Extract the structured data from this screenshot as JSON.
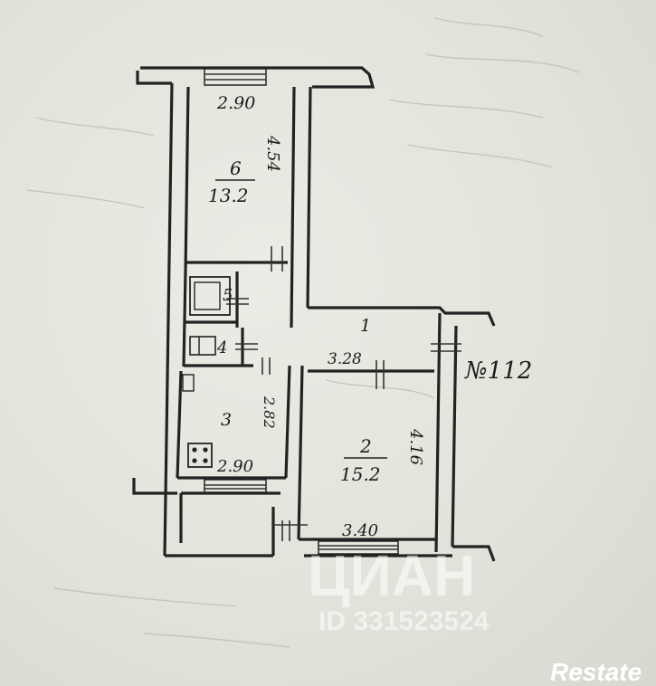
{
  "apartment_number": "№112",
  "rooms": [
    {
      "number": "1",
      "dimension": "3.28"
    },
    {
      "number": "2",
      "area": "15.2",
      "width": "3.40",
      "length": "4.16"
    },
    {
      "number": "3",
      "width": "2.90",
      "length": "2.82"
    },
    {
      "number": "4"
    },
    {
      "number": "5"
    },
    {
      "number": "6",
      "area": "13.2",
      "width": "2.90",
      "length": "4.54"
    }
  ],
  "watermark": {
    "brand": "ЦИАН",
    "listing_id": "ID 331523524"
  },
  "logo": {
    "text": "Restate"
  },
  "colors": {
    "paper": "#e4e4dc",
    "ink": "#222222",
    "watermark": "#ffffff"
  }
}
